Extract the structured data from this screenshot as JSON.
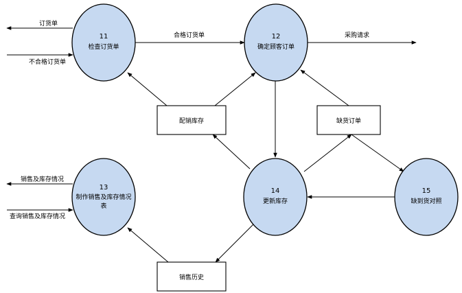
{
  "processes": [
    {
      "id": "p11",
      "number": "11",
      "label": "检查订货单",
      "label2": ""
    },
    {
      "id": "p12",
      "number": "12",
      "label": "确定顾客订单",
      "label2": ""
    },
    {
      "id": "p13",
      "number": "13",
      "label": "制作销售及库存情况",
      "label2": "表"
    },
    {
      "id": "p14",
      "number": "14",
      "label": "更新库存",
      "label2": ""
    },
    {
      "id": "p15",
      "number": "15",
      "label": "缺到货对照",
      "label2": ""
    }
  ],
  "stores": [
    {
      "id": "s_inv",
      "label": "配销库存"
    },
    {
      "id": "s_back",
      "label": "缺货订单"
    },
    {
      "id": "s_hist",
      "label": "销售历史"
    }
  ],
  "flows": {
    "order_out": "订货单",
    "unqualified": "不合格订货单",
    "qualified": "合格订货单",
    "purchase": "采购请求",
    "sales_out": "销售及库存情况",
    "query": "查询销售及库存情况"
  }
}
